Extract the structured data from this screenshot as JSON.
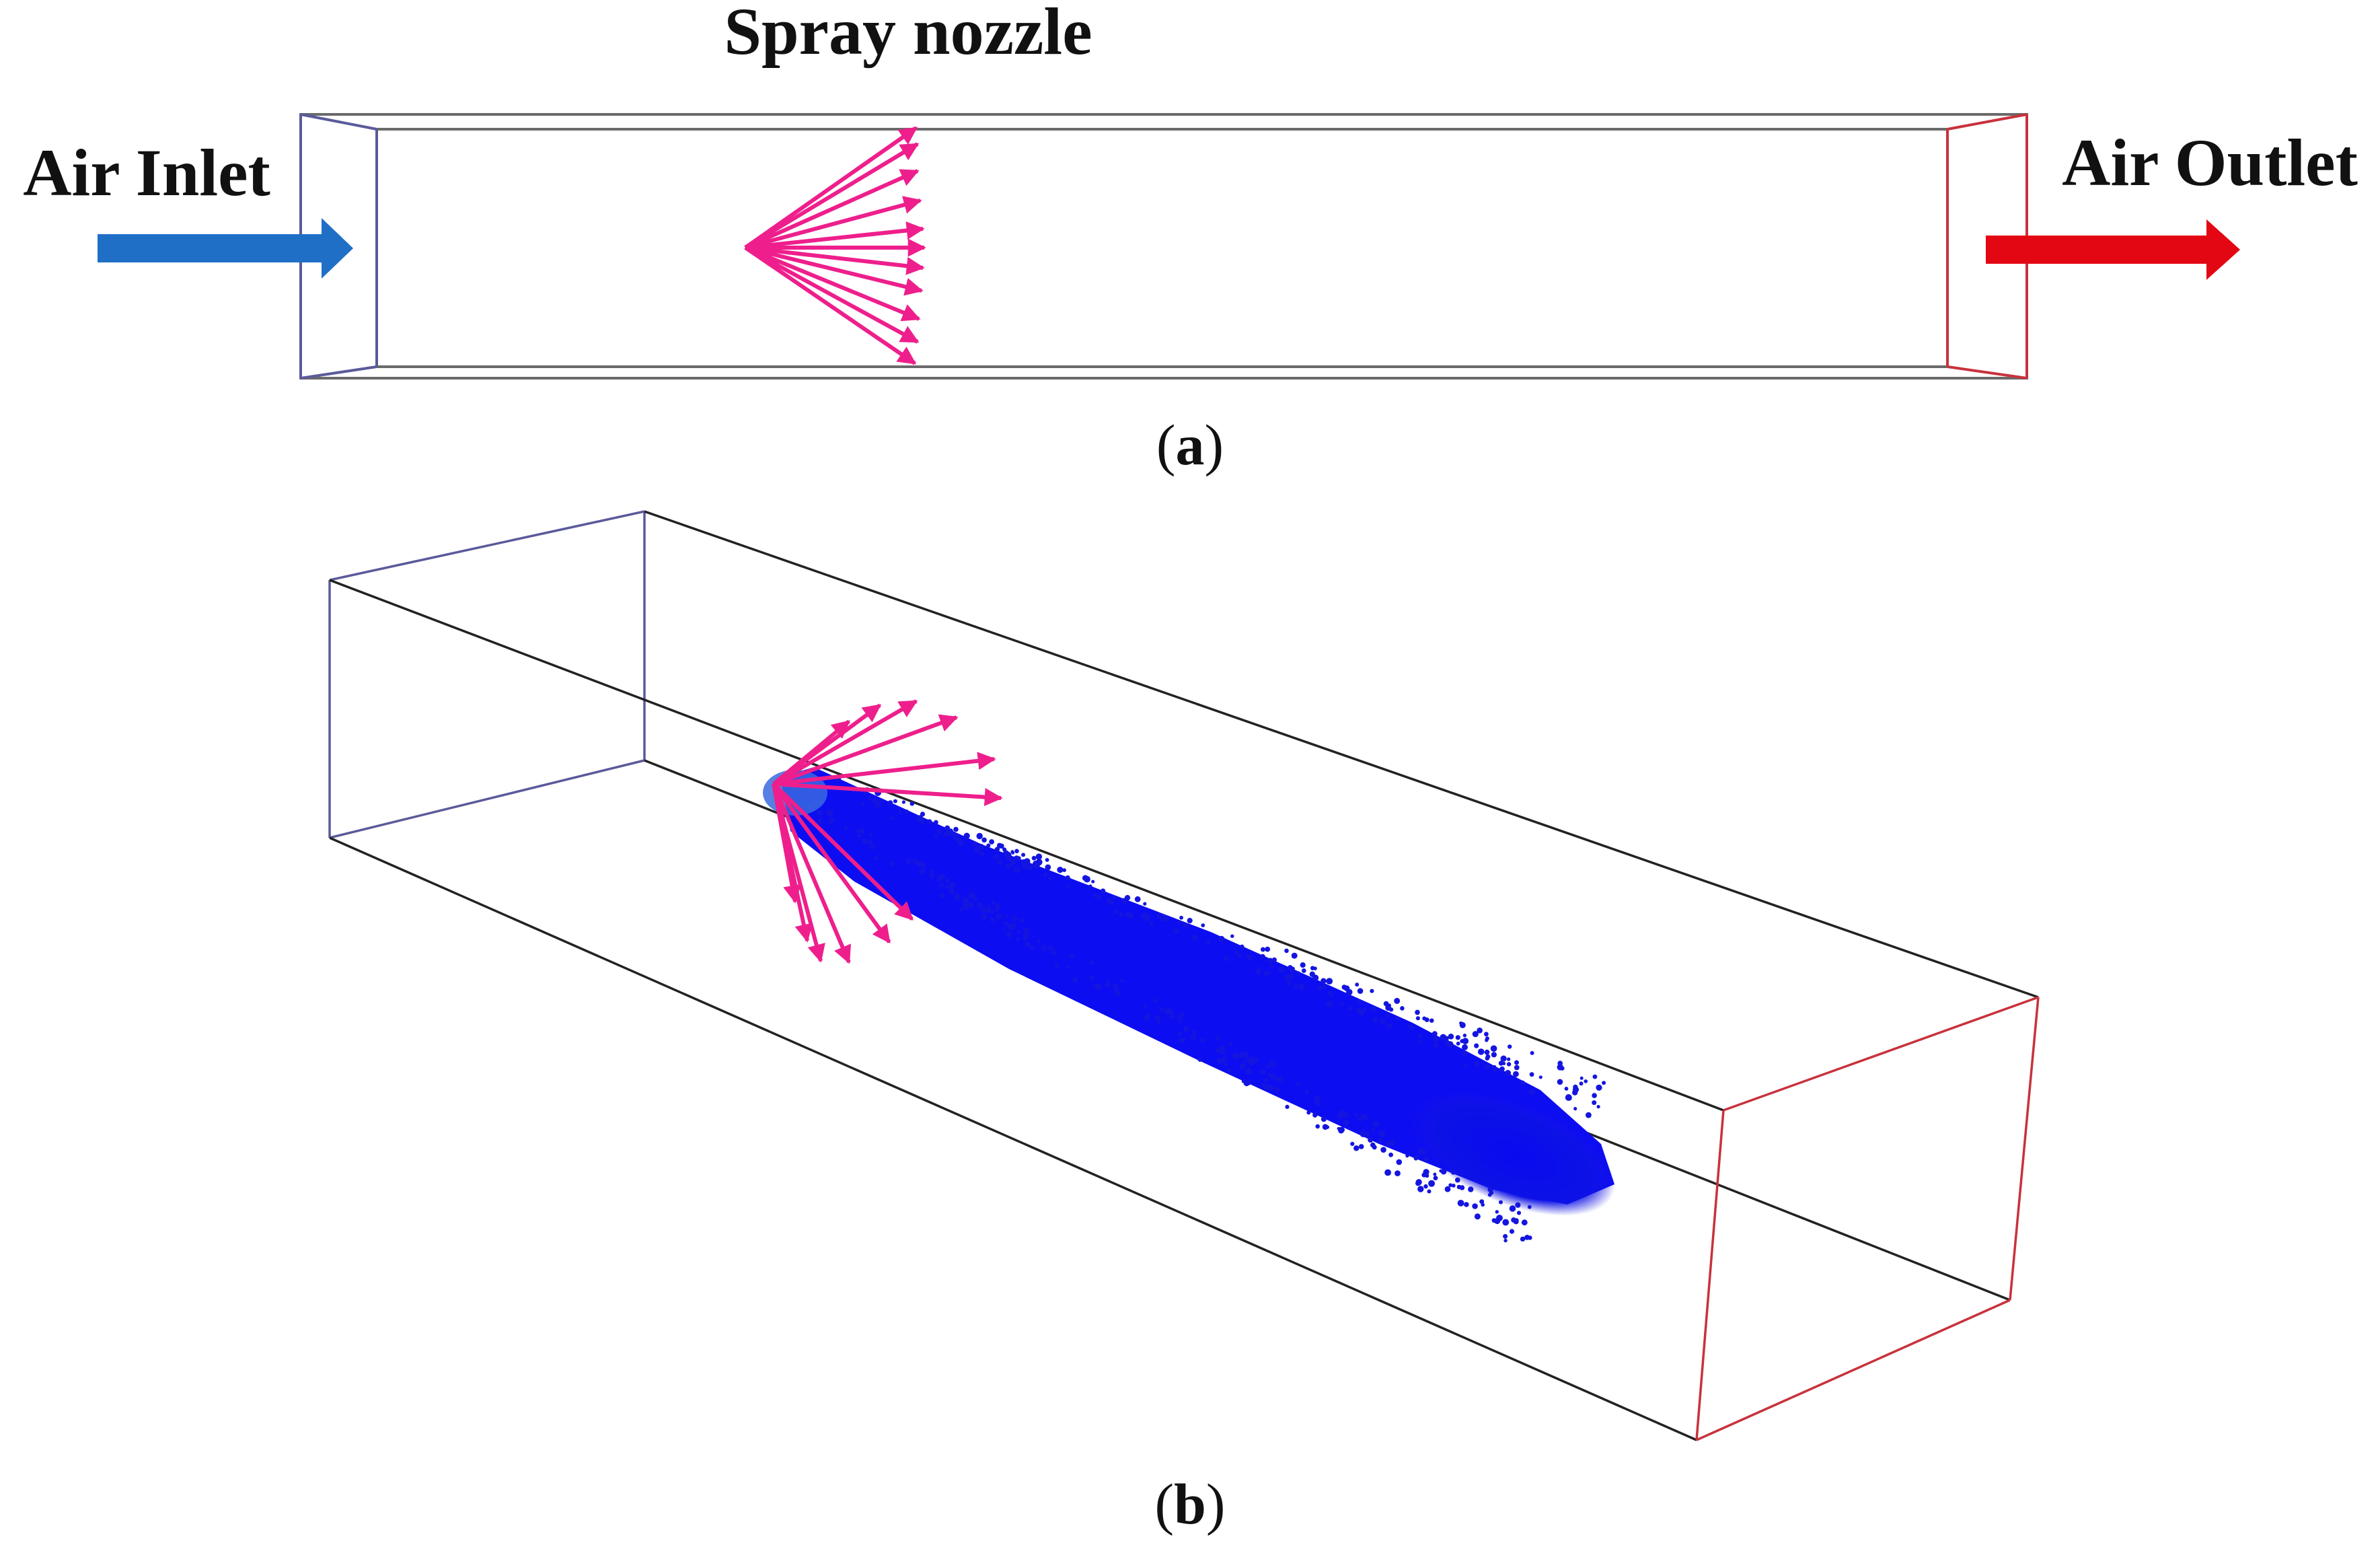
{
  "panel_a": {
    "spray_label": "Spray nozzle",
    "inlet_label": "Air Inlet",
    "outlet_label": "Air Outlet",
    "caption_letter": "a"
  },
  "panel_b": {
    "caption_letter": "b"
  },
  "colors": {
    "inlet_arrow": "#1f6fc6",
    "outlet_arrow": "#e30613",
    "nozzle_arrows": "#ee1f8c",
    "spray_particles": "#1010ee",
    "inlet_edges": "#5a5a9a",
    "outlet_edges": "#c8323c",
    "box_edges": "#222222"
  }
}
